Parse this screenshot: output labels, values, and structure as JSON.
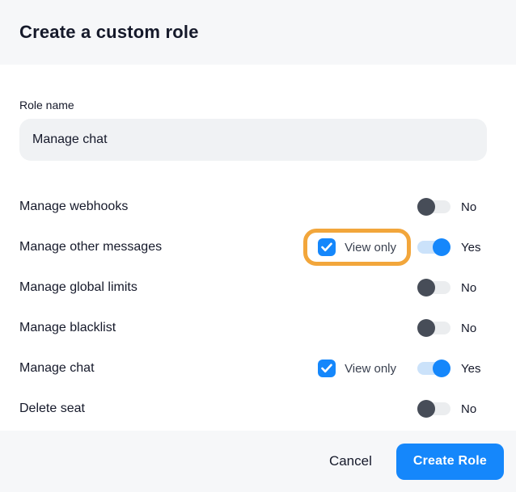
{
  "modal": {
    "title": "Create a custom role"
  },
  "form": {
    "role_name_label": "Role name",
    "role_name_value": "Manage chat"
  },
  "permissions": {
    "view_only_label": "View only",
    "rows": [
      {
        "label": "Manage webhooks",
        "toggle": "No",
        "view_only": false,
        "highlighted": false
      },
      {
        "label": "Manage other messages",
        "toggle": "Yes",
        "view_only": true,
        "highlighted": true
      },
      {
        "label": "Manage global limits",
        "toggle": "No",
        "view_only": false,
        "highlighted": false
      },
      {
        "label": "Manage blacklist",
        "toggle": "No",
        "view_only": false,
        "highlighted": false
      },
      {
        "label": "Manage chat",
        "toggle": "Yes",
        "view_only": true,
        "highlighted": false
      },
      {
        "label": "Delete seat",
        "toggle": "No",
        "view_only": false,
        "highlighted": false
      }
    ]
  },
  "footer": {
    "cancel_label": "Cancel",
    "create_label": "Create Role"
  },
  "colors": {
    "accent_blue": "#1587fb",
    "toggle_on_track": "#cbe2fa",
    "toggle_off_track": "#ebedef",
    "toggle_off_knob": "#474d58",
    "highlight_orange": "#f2a63b",
    "header_footer_bg": "#f6f7f9",
    "input_bg": "#f0f2f4",
    "text_dark": "#15192a"
  }
}
